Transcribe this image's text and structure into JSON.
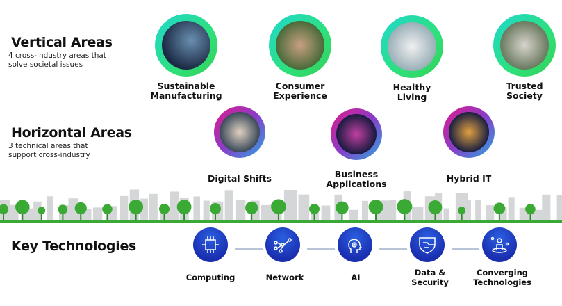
{
  "vertical": {
    "title": "Vertical Areas",
    "subtitle_line1": "4 cross-industry areas that",
    "subtitle_line2": "solve societal issues",
    "items": [
      {
        "l1": "Sustainable",
        "l2": "Manufacturing"
      },
      {
        "l1": "Consumer",
        "l2": "Experience"
      },
      {
        "l1": "Healthy",
        "l2": "Living"
      },
      {
        "l1": "Trusted",
        "l2": "Society"
      }
    ]
  },
  "horizontal": {
    "title": "Horizontal Areas",
    "subtitle_line1": "3 technical areas that",
    "subtitle_line2": "support cross-industry",
    "items": [
      {
        "l1": "Digital Shifts",
        "l2": ""
      },
      {
        "l1": "Business",
        "l2": "Applications"
      },
      {
        "l1": "Hybrid IT",
        "l2": ""
      }
    ]
  },
  "key": {
    "title": "Key Technologies",
    "items": [
      {
        "l1": "Computing",
        "l2": "",
        "icon": "chip-icon"
      },
      {
        "l1": "Network",
        "l2": "",
        "icon": "network-icon"
      },
      {
        "l1": "AI",
        "l2": "",
        "icon": "ai-head-icon"
      },
      {
        "l1": "Data &",
        "l2": "Security",
        "icon": "shield-icon"
      },
      {
        "l1": "Converging",
        "l2": "Technologies",
        "icon": "person-icon"
      }
    ]
  },
  "colors": {
    "vertical_ring": "#2ee07a",
    "horizontal_ring": "#8a3cc8",
    "tech": "#1a2fb0",
    "ground": "#3aaa35"
  }
}
